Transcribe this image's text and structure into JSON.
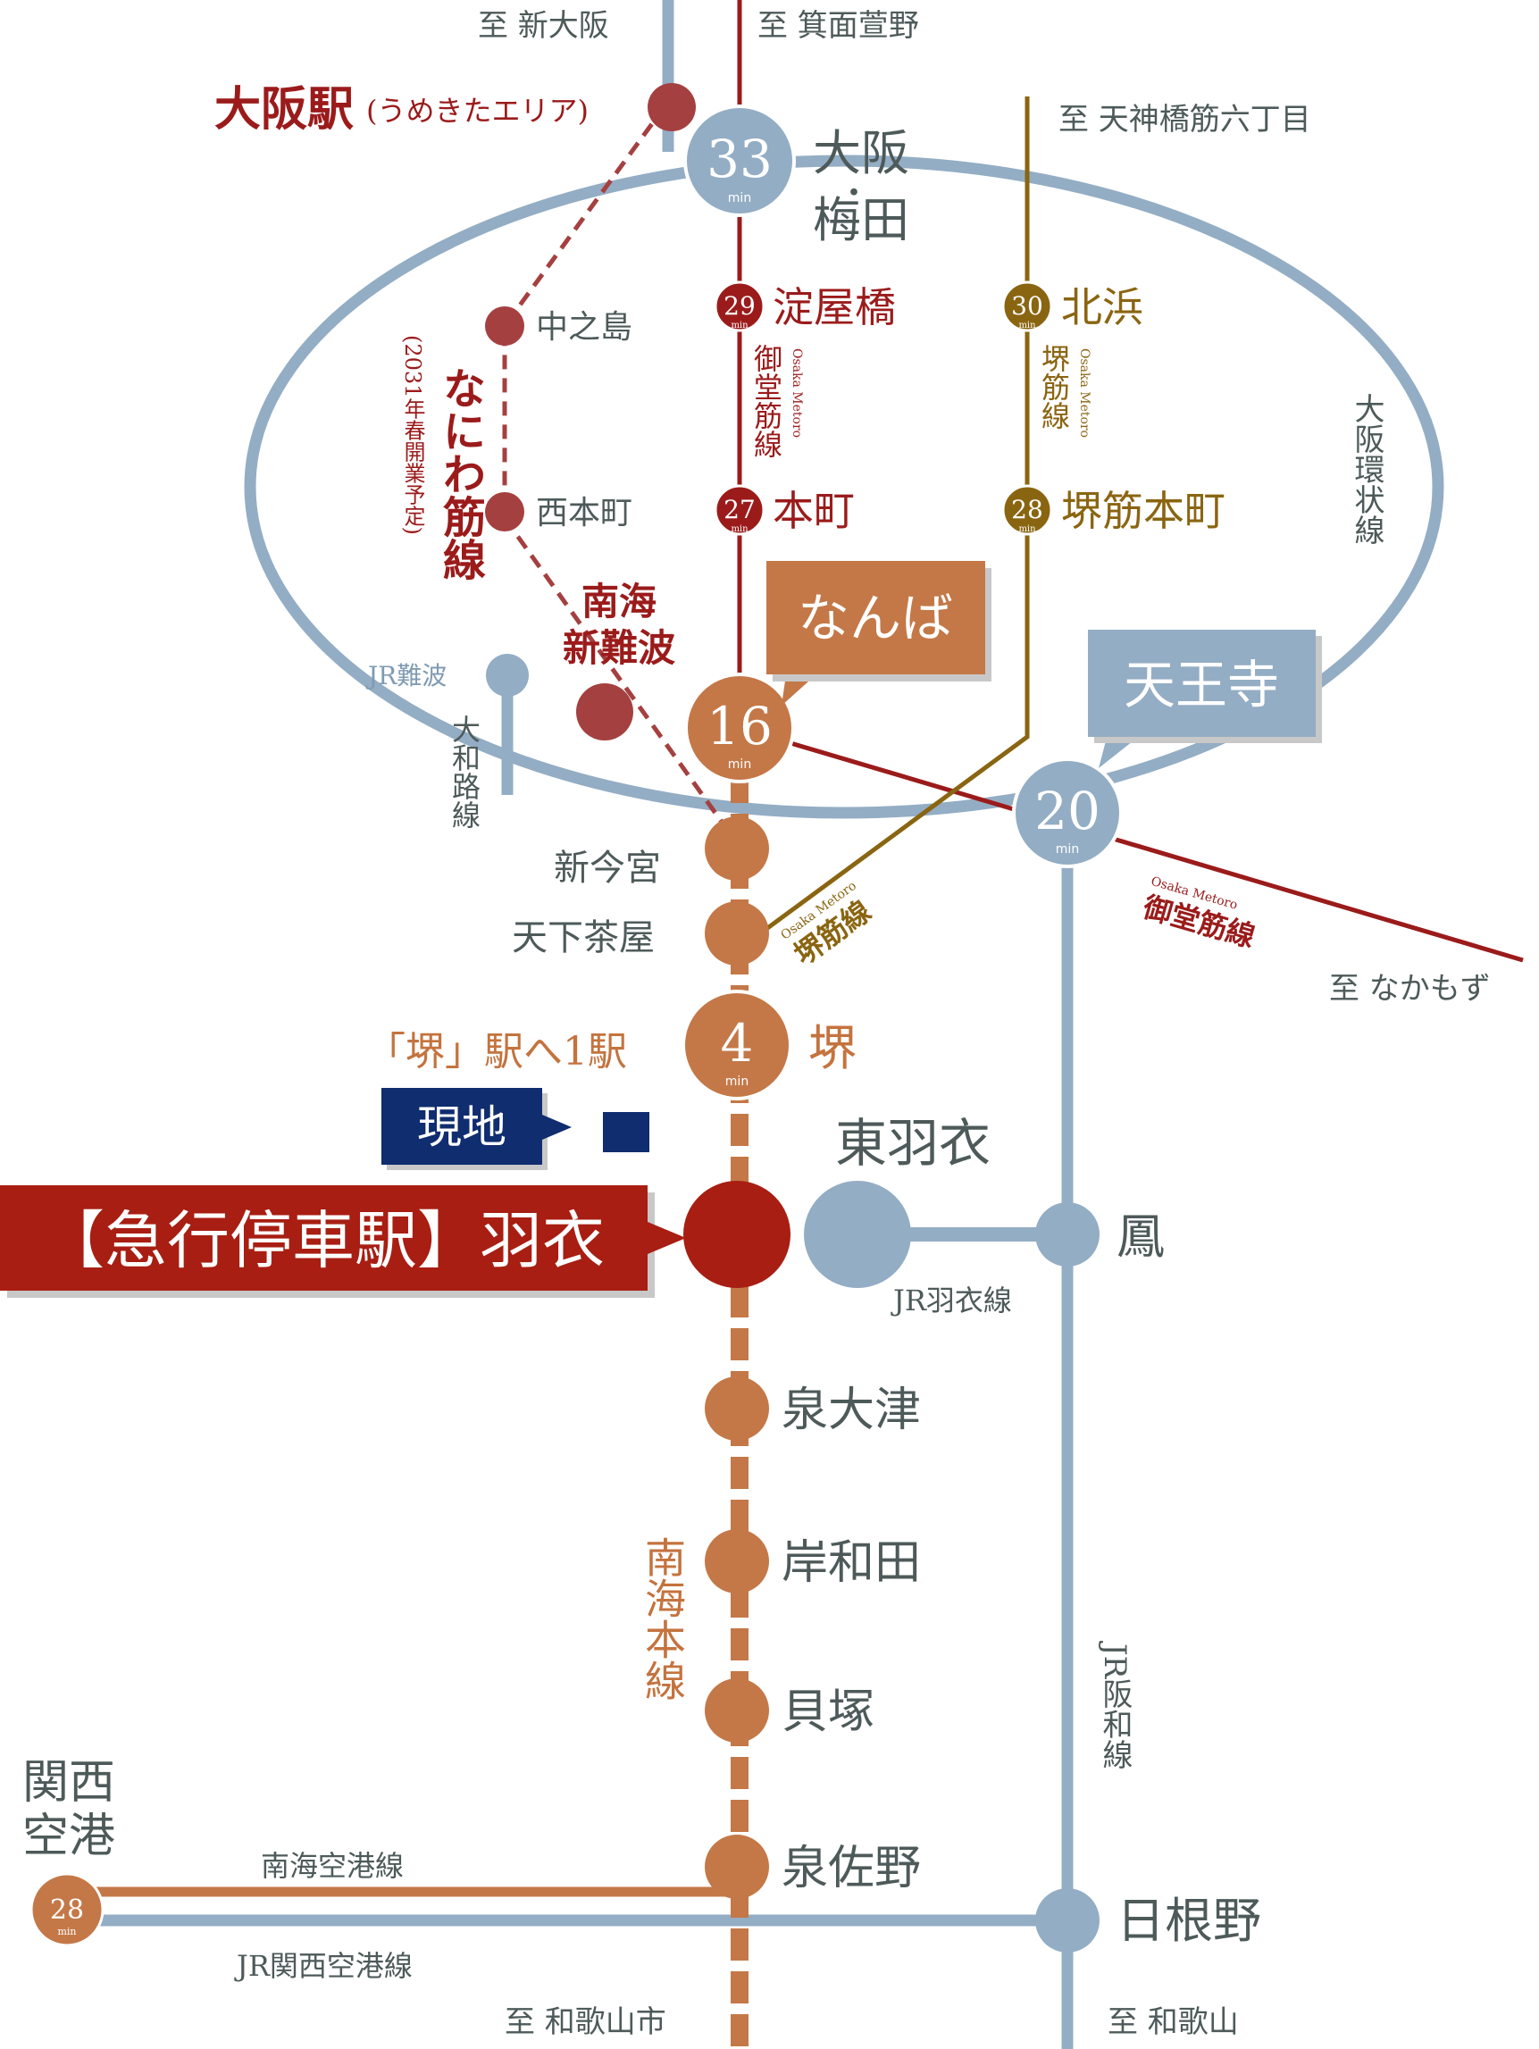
{
  "colors": {
    "jr": "#93adc4",
    "midosuji": "#9b1b1b",
    "sakaisuji": "#8a6511",
    "nankai": "#c47847",
    "naniwa": "#a54040",
    "current_site": "#0f2d6f",
    "highlight": "#a81e12",
    "label_gray": "#4e5a5a"
  },
  "min_unit": "min",
  "directions": {
    "shin_osaka": "至 新大阪",
    "minoh": "至 箕面萱野",
    "tenjinbashi": "至 天神橋筋六丁目",
    "nakamozu": "至 なかもず",
    "wakayamashi": "至 和歌山市",
    "wakayama": "至 和歌山"
  },
  "stations": {
    "osaka_umekita": "大阪駅",
    "osaka_umekita_sub": "(うめきたエリア)",
    "umeda_l1": "大阪",
    "umeda_dot": "・",
    "umeda_l2": "梅田",
    "umeda_min": "33",
    "yodoyabashi": "淀屋橋",
    "yodoyabashi_min": "29",
    "kitahama": "北浜",
    "kitahama_min": "30",
    "nakanoshima": "中之島",
    "nishihonmachi": "西本町",
    "honmachi": "本町",
    "honmachi_min": "27",
    "sakaisuji_honmachi": "堺筋本町",
    "sakaisuji_honmachi_min": "28",
    "nankai_shin_namba_l1": "南海",
    "nankai_shin_namba_l2": "新難波",
    "jr_namba": "JR難波",
    "namba": "なんば",
    "namba_min": "16",
    "tennoji": "天王寺",
    "tennoji_min": "20",
    "shin_imamiya": "新今宮",
    "tengachaya": "天下茶屋",
    "sakai": "堺",
    "sakai_min": "4",
    "sakai_note": "「堺」駅へ1駅",
    "current_site": "現地",
    "hagoromo": "【急行停車駅】羽衣",
    "higashi_hagoromo": "東羽衣",
    "otori": "鳳",
    "izumiotsu": "泉大津",
    "kishiwada": "岸和田",
    "kaizuka": "貝塚",
    "izumisano": "泉佐野",
    "hineno": "日根野",
    "kansai_airport_l1": "関西",
    "kansai_airport_l2": "空港",
    "kansai_airport_min": "28"
  },
  "lines": {
    "midosuji_v": "御堂筋線",
    "midosuji_brand": "Osaka Metoro",
    "sakaisuji_v": "堺筋線",
    "sakaisuji_brand": "Osaka Metoro",
    "naniwa": "なにわ筋線",
    "naniwa_note": "(2031年春開業予定)",
    "loop": "大阪環状線",
    "yamatoji": "大和路線",
    "sakaisuji_diag_brand": "Osaka Metoro",
    "sakaisuji_diag": "堺筋線",
    "midosuji_diag_brand": "Osaka Metoro",
    "midosuji_diag": "御堂筋線",
    "hagoromo_line": "JR羽衣線",
    "nankai_main": "南海本線",
    "hanwa": "JR阪和線",
    "nankai_airport": "南海空港線",
    "jr_kansai_airport": "JR関西空港線"
  }
}
